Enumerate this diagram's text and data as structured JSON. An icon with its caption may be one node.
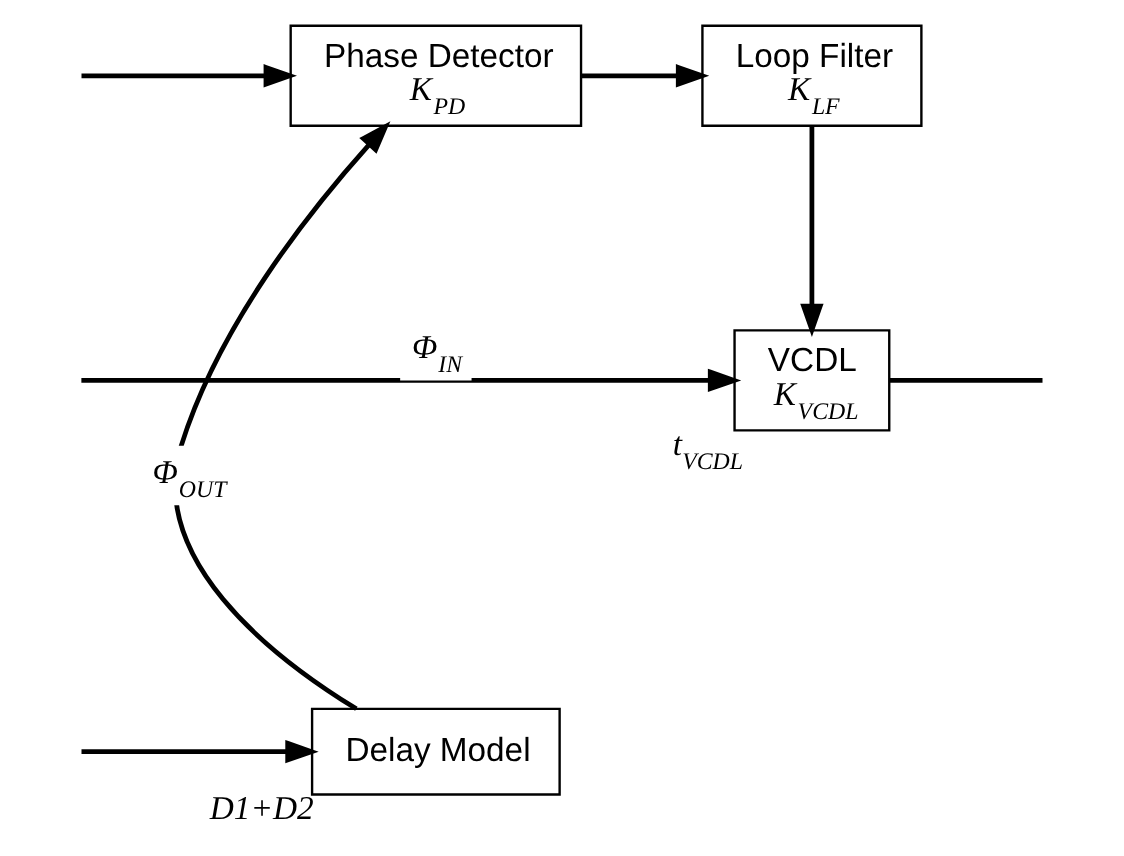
{
  "diagram": {
    "nodes": [
      {
        "text": [
          "VCDL",
          "K$_{VCDL}$"
        ],
        "beside": [
          "t$_{VCDL}$"
        ]
      },
      {
        "text": [
          "Phase Detector",
          "K$_{PD}$"
        ]
      },
      {
        "text": [
          "Loop Filter",
          "K$_{LF}$"
        ]
      },
      {
        "text": [
          "Delay Model"
        ],
        "beside": [
          "D1+D2"
        ]
      }
    ],
    "edges": [
      {
        "from": null,
        "to": 0,
        "arrow": "to",
        "label": "Φ$_{IN}$"
      },
      {
        "from": null,
        "to": 1,
        "arrow": "to"
      },
      {
        "from": 1,
        "to": 2,
        "arrow": "to"
      },
      {
        "from": 2,
        "to": 0,
        "arrow": "to"
      },
      {
        "from": 0,
        "to": null,
        "arrow": "none"
      },
      {
        "from": null,
        "to": 3,
        "arrow": "to"
      },
      {
        "from": 3,
        "to": 1,
        "arrow": "to",
        "label": "Φ$_{OUT}$"
      }
    ]
  }
}
